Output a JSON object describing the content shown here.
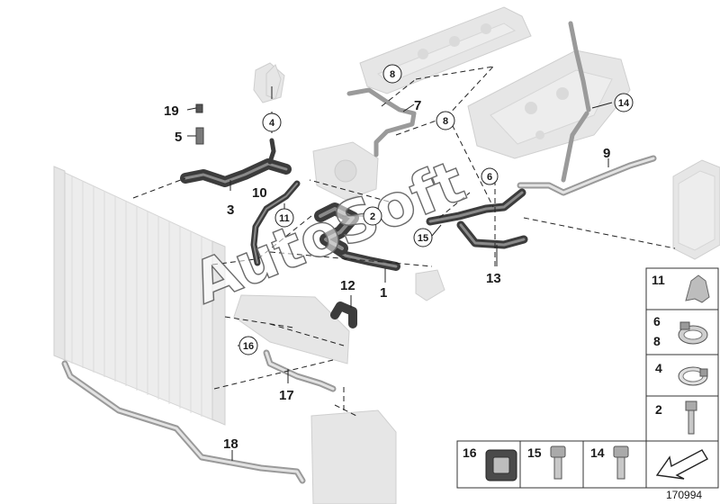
{
  "callouts": {
    "c1": "1",
    "c2": "2",
    "c3": "3",
    "c4": "4",
    "c5": "5",
    "c6": "6",
    "c7": "7",
    "c8a": "8",
    "c8b": "8",
    "c9": "9",
    "c10": "10",
    "c11": "11",
    "c12": "12",
    "c13": "13",
    "c14": "14",
    "c15": "15",
    "c16": "16",
    "c17": "17",
    "c18": "18",
    "c19": "19"
  },
  "legend": {
    "t11": "11",
    "t6": "6",
    "t8": "8",
    "t4": "4",
    "t2": "2",
    "t16": "16",
    "t15": "15",
    "t14": "14"
  },
  "watermark": "AutoSoft",
  "diagram_id": "170994",
  "colors": {
    "ink": "#1a1a1a",
    "ghost": "#e6e6e6",
    "hose": "#3c3c3c",
    "pipe": "#9a9a9a"
  }
}
